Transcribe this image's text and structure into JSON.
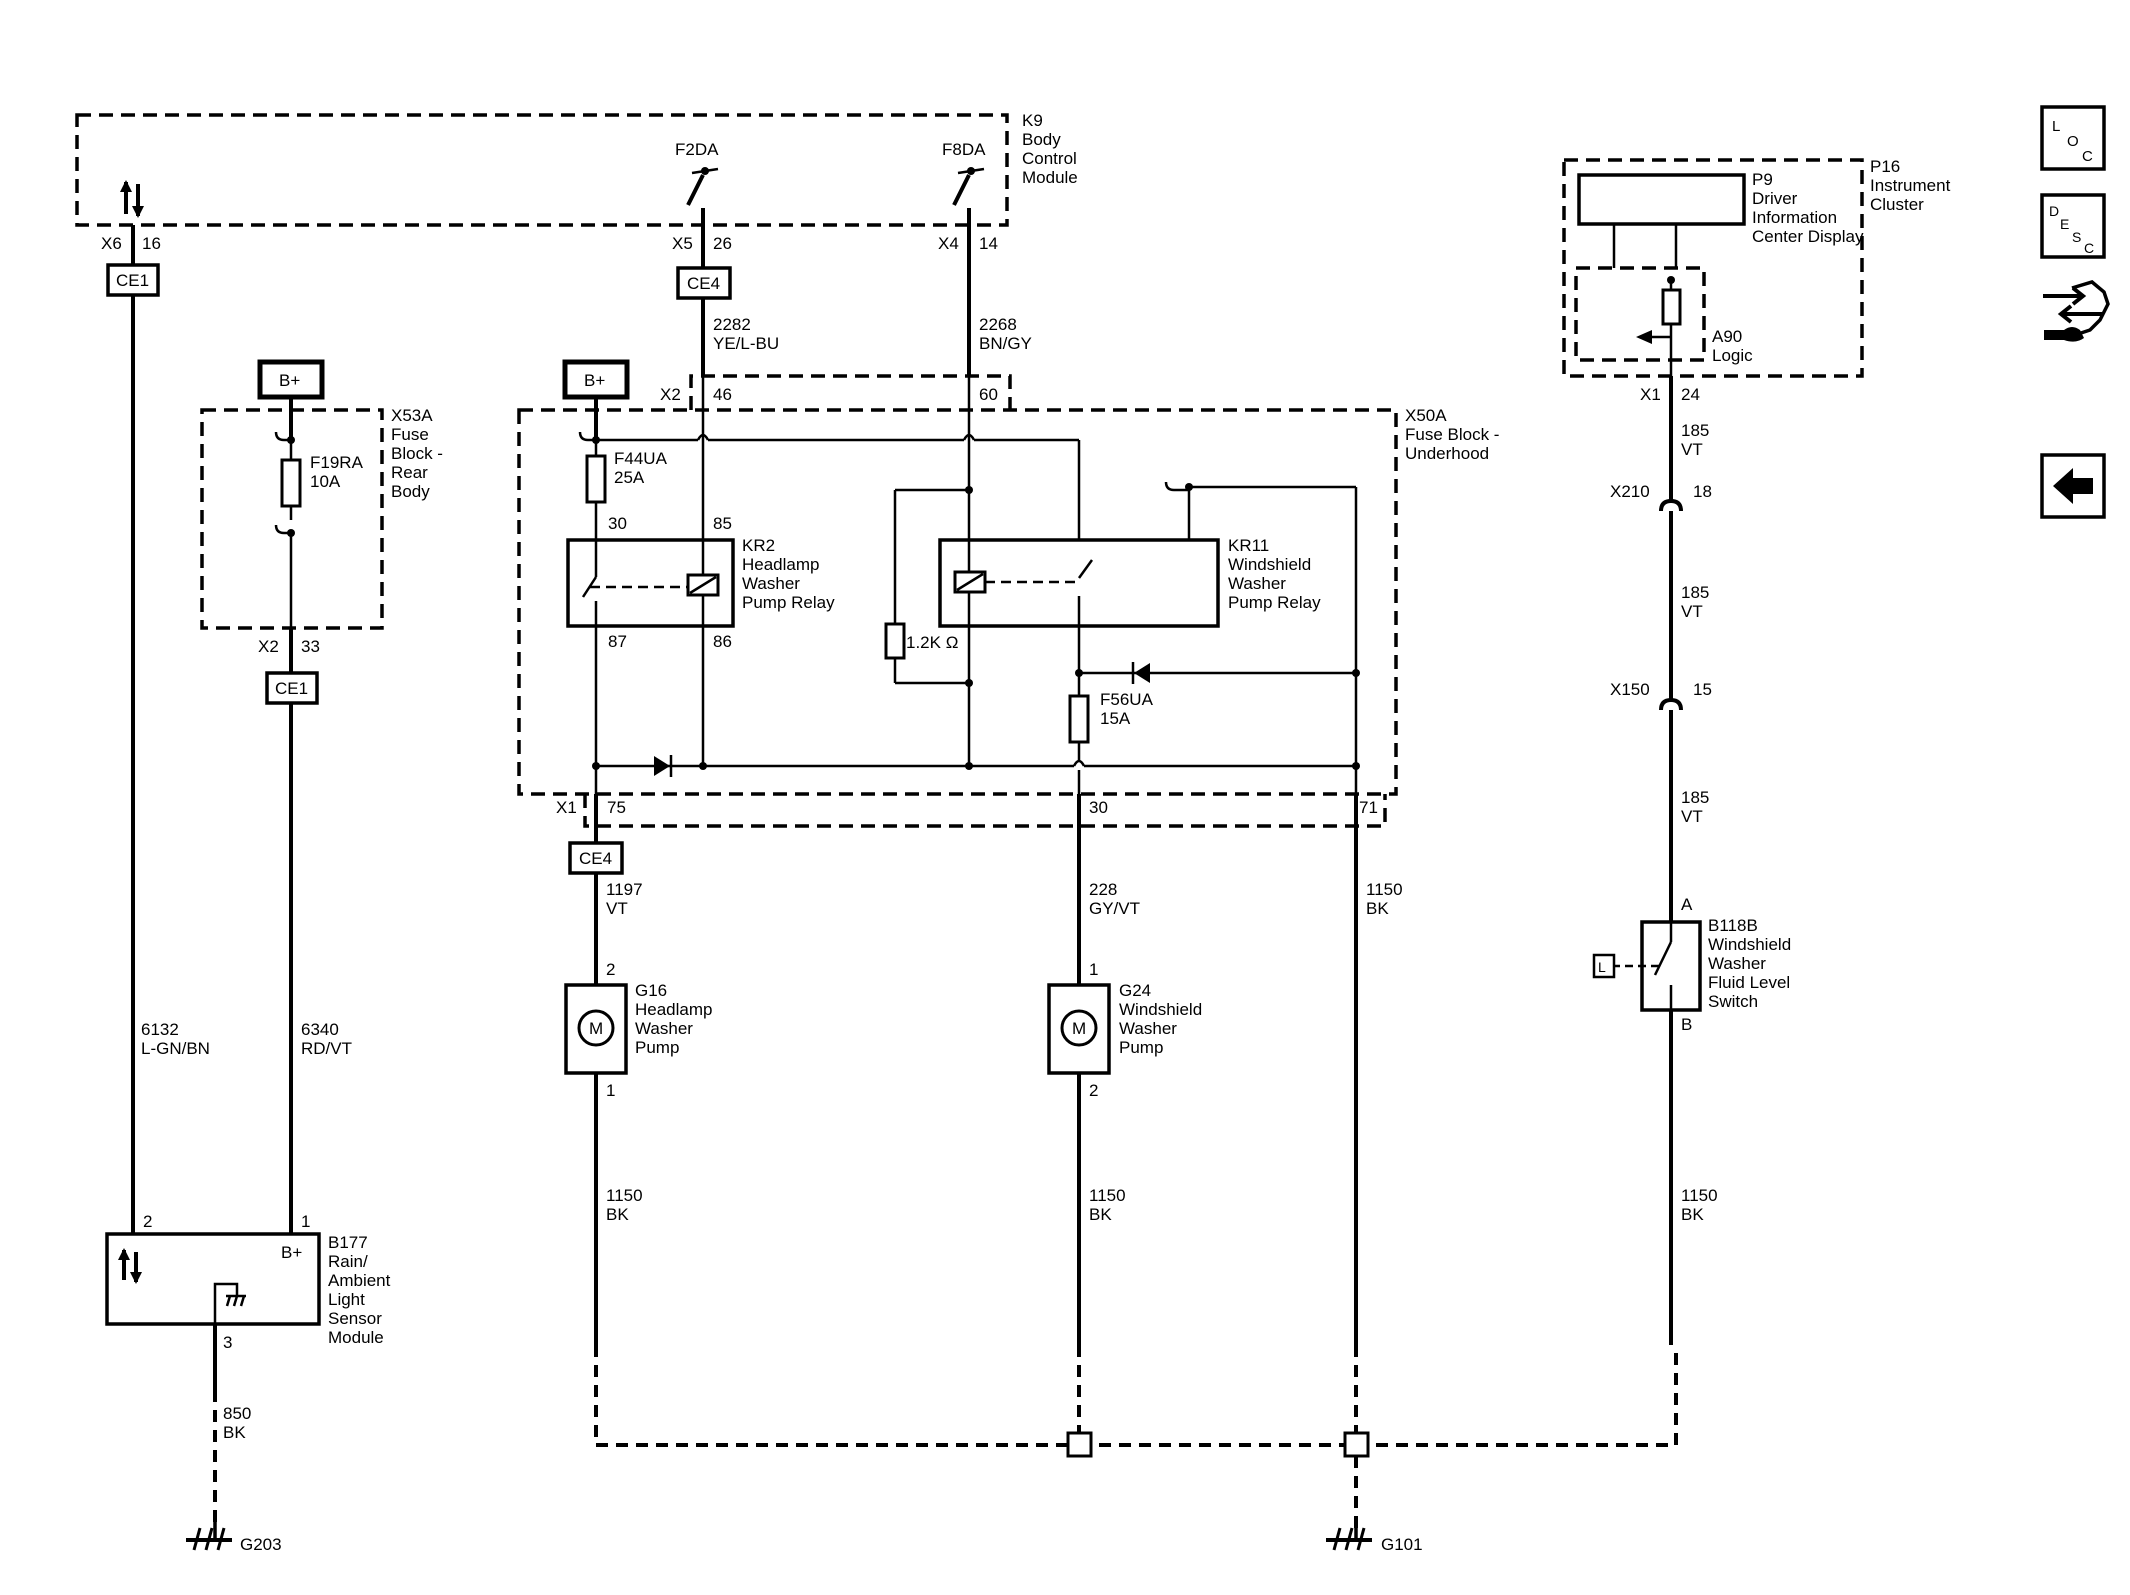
{
  "modules": {
    "k9": {
      "id": "K9",
      "l1": "Body",
      "l2": "Control",
      "l3": "Module"
    },
    "p16": {
      "id": "P16",
      "l1": "Instrument",
      "l2": "Cluster"
    },
    "p9": {
      "id": "P9",
      "l1": "Driver",
      "l2": "Information",
      "l3": "Center Display"
    },
    "a90": {
      "id": "A90",
      "l1": "Logic"
    },
    "x53a": {
      "id": "X53A",
      "l1": "Fuse",
      "l2": "Block -",
      "l3": "Rear",
      "l4": "Body"
    },
    "x50a": {
      "id": "X50A",
      "l1": "Fuse Block -",
      "l2": "Underhood"
    },
    "b177": {
      "id": "B177",
      "l1": "Rain/",
      "l2": "Ambient",
      "l3": "Light",
      "l4": "Sensor",
      "l5": "Module"
    },
    "g16": {
      "id": "G16",
      "l1": "Headlamp",
      "l2": "Washer",
      "l3": "Pump"
    },
    "g24": {
      "id": "G24",
      "l1": "Windshield",
      "l2": "Washer",
      "l3": "Pump"
    },
    "b118b": {
      "id": "B118B",
      "l1": "Windshield",
      "l2": "Washer",
      "l3": "Fluid Level",
      "l4": "Switch"
    },
    "kr2": {
      "id": "KR2",
      "l1": "Headlamp",
      "l2": "Washer",
      "l3": "Pump Relay"
    },
    "kr11": {
      "id": "KR11",
      "l1": "Windshield",
      "l2": "Washer",
      "l3": "Pump Relay"
    }
  },
  "fuses": {
    "f19ra": {
      "id": "F19RA",
      "rating": "10A"
    },
    "f44ua": {
      "id": "F44UA",
      "rating": "25A"
    },
    "f56ua": {
      "id": "F56UA",
      "rating": "15A"
    }
  },
  "resistor": "1.2K Ω",
  "power": "B+",
  "ce": {
    "ce1": "CE1",
    "ce4": "CE4"
  },
  "outputs": {
    "f2da": "F2DA",
    "f8da": "F8DA"
  },
  "connectors": {
    "x1": "X1",
    "x2": "X2",
    "x4": "X4",
    "x5": "X5",
    "x6": "X6",
    "x210": "X210",
    "x150": "X150"
  },
  "pins": {
    "p16": "16",
    "p26": "26",
    "p14": "14",
    "p46": "46",
    "p60": "60",
    "p33": "33",
    "p30": "30",
    "p85": "85",
    "p87": "87",
    "p86": "86",
    "p75": "75",
    "p71": "71",
    "p24": "24",
    "p18": "18",
    "p15": "15",
    "p1": "1",
    "p2": "2",
    "p3": "3",
    "pa": "A",
    "pb": "B"
  },
  "wires": {
    "w2282": {
      "num": "2282",
      "color": "YE/L-BU"
    },
    "w2268": {
      "num": "2268",
      "color": "BN/GY"
    },
    "w6132": {
      "num": "6132",
      "color": "L-GN/BN"
    },
    "w6340": {
      "num": "6340",
      "color": "RD/VT"
    },
    "w1197": {
      "num": "1197",
      "color": "VT"
    },
    "w228": {
      "num": "228",
      "color": "GY/VT"
    },
    "w1150": {
      "num": "1150",
      "color": "BK"
    },
    "w185": {
      "num": "185",
      "color": "VT"
    },
    "w850": {
      "num": "850",
      "color": "BK"
    }
  },
  "grounds": {
    "g203": "G203",
    "g101": "G101"
  },
  "motor": "M",
  "lamp_input": "L",
  "nav": {
    "loc": {
      "l": "L",
      "o": "O",
      "c": "C",
      "icon": "loc-icon"
    },
    "desc": {
      "d": "D",
      "e": "E",
      "s": "S",
      "c": "C",
      "icon": "desc-icon"
    },
    "connector_icon": "connector-tool-icon",
    "back_icon": "back-arrow-icon"
  }
}
